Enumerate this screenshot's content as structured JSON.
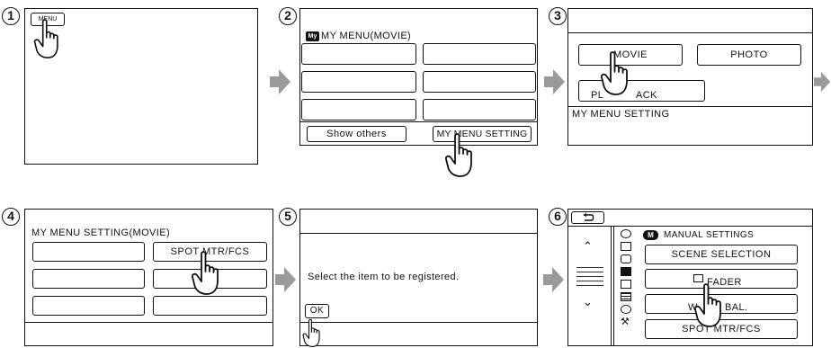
{
  "steps": [
    "1",
    "2",
    "3",
    "4",
    "5",
    "6"
  ],
  "step1": {
    "menu_button": "MENU"
  },
  "step2": {
    "badge": "My",
    "title": "MY MENU(MOVIE)",
    "show_others": "Show others",
    "my_menu_setting": "MY MENU SETTING"
  },
  "step3": {
    "movie": "MOVIE",
    "photo": "PHOTO",
    "playback_left": "PL",
    "playback_right": "ACK",
    "footer": "MY MENU SETTING"
  },
  "step4": {
    "title": "MY MENU SETTING(MOVIE)",
    "spot": "SPOT MTR/FCS"
  },
  "step5": {
    "message": "Select the item to be registered.",
    "ok": "OK"
  },
  "step6": {
    "header_badge": "M",
    "header": "MANUAL SETTINGS",
    "scene_selection": "SCENE SELECTION",
    "fader": "FADER",
    "wb_left": "W",
    "wb_right": "BAL.",
    "spot": "SPOT MTR/FCS"
  },
  "icons": {
    "hand": "pointing-hand-icon",
    "arrow": "right-arrow-icon",
    "back": "return-icon"
  },
  "colors": {
    "arrow": "#9a9a9a",
    "line": "#111111"
  }
}
